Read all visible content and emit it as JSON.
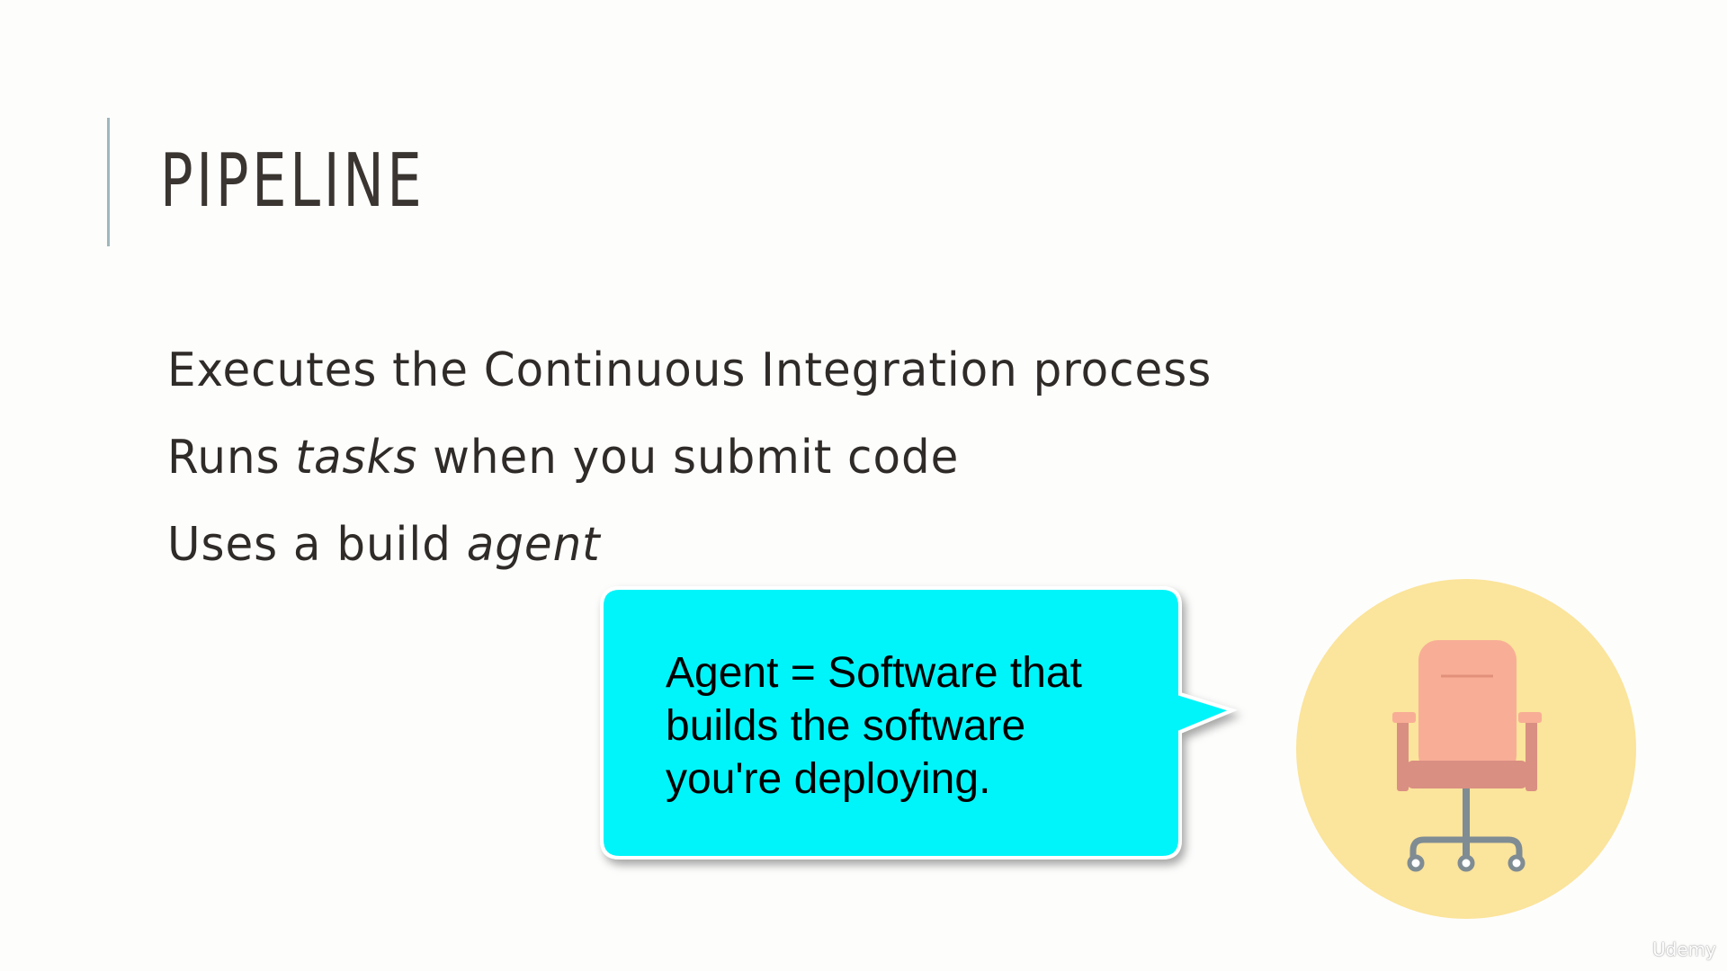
{
  "slide": {
    "title": "PIPELINE",
    "bullets": [
      {
        "before": "Executes the Continuous Integration process",
        "em": "",
        "after": ""
      },
      {
        "before": "Runs ",
        "em": "tasks",
        "after": " when you submit code"
      },
      {
        "before": "Uses a build ",
        "em": "agent",
        "after": ""
      }
    ],
    "callout": {
      "lines": [
        "Agent = Software that",
        "builds the software",
        "you're deploying."
      ],
      "fill_color": "#00f5fa"
    },
    "icon": {
      "name": "office-chair-icon",
      "circle_color": "#fbe49b",
      "seat_color": "#f8ae96",
      "base_color": "#d98f82",
      "leg_color": "#7f8c93"
    },
    "watermark": "Udemy"
  }
}
